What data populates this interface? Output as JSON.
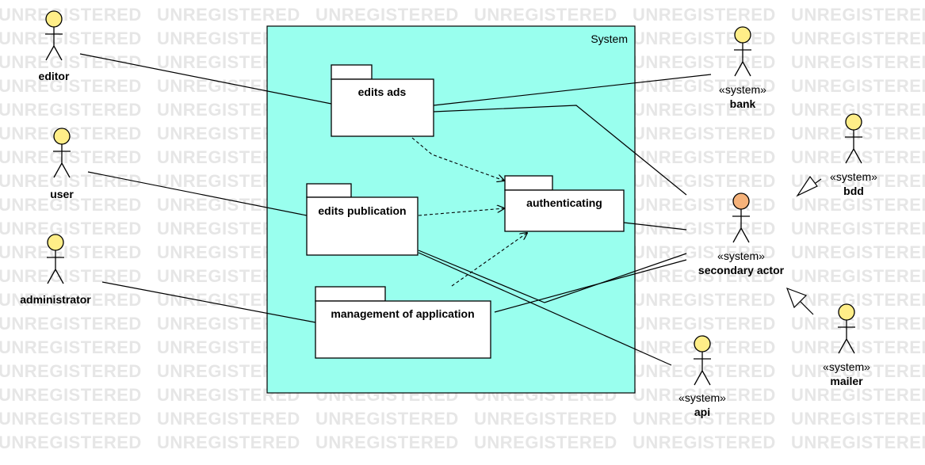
{
  "watermark": "UNREGISTERED",
  "system": {
    "label": "System"
  },
  "packages": {
    "edits_ads": "edits ads",
    "authenticating": "authenticating",
    "edits_publication": "edits publication",
    "management": "management of application"
  },
  "actors": {
    "editor": {
      "name": "editor"
    },
    "user": {
      "name": "user"
    },
    "administrator": {
      "name": "administrator"
    },
    "bank": {
      "stereotype": "«system»",
      "name": "bank"
    },
    "bdd": {
      "stereotype": "«system»",
      "name": "bdd"
    },
    "secondary": {
      "stereotype": "«system»",
      "name": "secondary actor"
    },
    "mailer": {
      "stereotype": "«system»",
      "name": "mailer"
    },
    "api": {
      "stereotype": "«system»",
      "name": "api"
    }
  },
  "colors": {
    "system_fill": "#99ffee",
    "actor_fill": "#ffee88",
    "secondary_actor_fill": "#f5b27a"
  }
}
